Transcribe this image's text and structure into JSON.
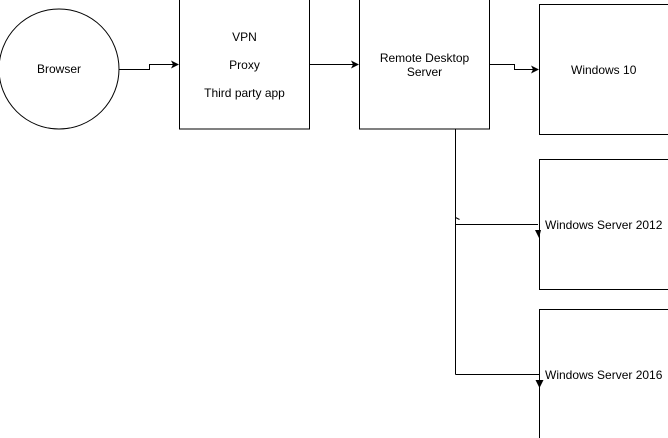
{
  "colors": {
    "stroke": "#000000",
    "fill": "#ffffff",
    "text": "#000000"
  },
  "nodes": {
    "browser": {
      "label": "Browser"
    },
    "access": {
      "line1": "VPN",
      "line2": "Proxy",
      "line3": "Third party app"
    },
    "rds": {
      "line1": "Remote Desktop",
      "line2": "Server"
    },
    "win10": {
      "label": "Windows 10"
    },
    "ws2012": {
      "label": "Windows Server 2012"
    },
    "ws2016": {
      "label": "Windows Server 2016"
    }
  }
}
